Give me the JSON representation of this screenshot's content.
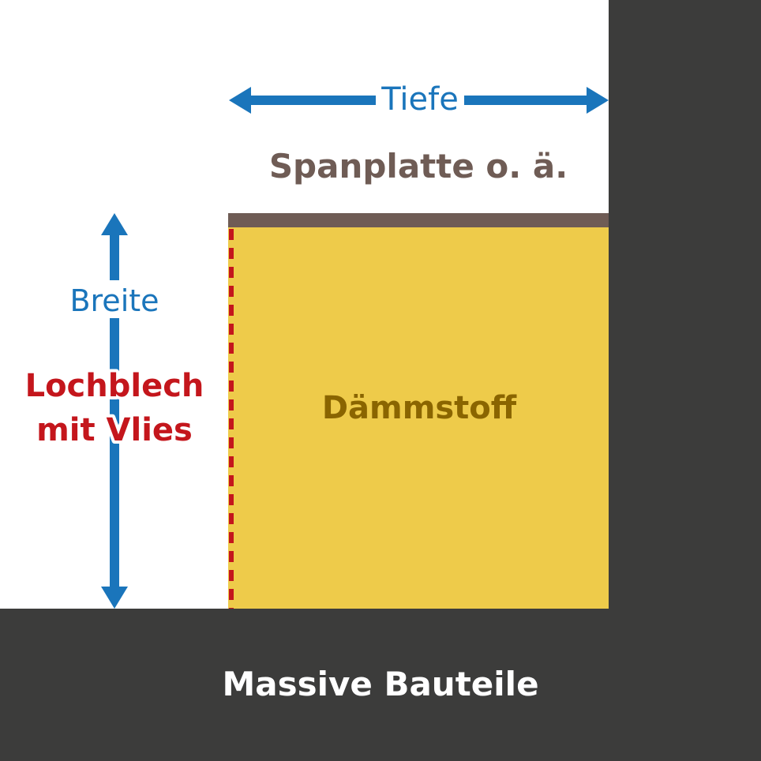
{
  "labels": {
    "depth": "Tiefe",
    "width": "Breite",
    "board": "Spanplatte o. ä.",
    "insulation": "Dämmstoff",
    "perforated_line1": "Lochblech",
    "perforated_line2": "mit Vlies",
    "massive": "Massive Bauteile"
  },
  "colors": {
    "massive": "#3c3c3b",
    "board": "#6f5c55",
    "insulation": "#eecb4a",
    "insulation_text": "#8a6500",
    "perforated": "#c4161c",
    "arrow": "#1a75bb"
  }
}
